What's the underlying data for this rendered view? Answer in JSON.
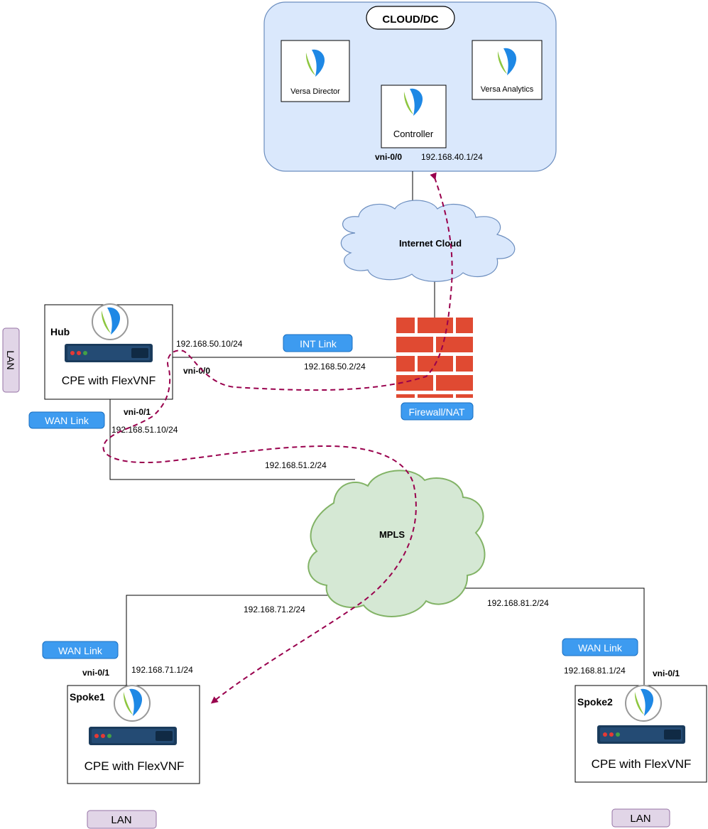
{
  "cloud_dc": {
    "title": "CLOUD/DC",
    "director_label": "Versa Director",
    "analytics_label": "Versa Analytics",
    "controller_label": "Controller",
    "controller_if": "vni-0/0",
    "controller_ip": "192.168.40.1/24"
  },
  "internet_cloud": {
    "label": "Internet Cloud"
  },
  "firewall": {
    "label": "Firewall/NAT"
  },
  "mpls": {
    "label": "MPLS"
  },
  "hub": {
    "name": "Hub",
    "device_label": "CPE with FlexVNF",
    "lan_label": "LAN",
    "int_link_label": "INT Link",
    "int_ip": "192.168.50.10/24",
    "int_if": "vni-0/0",
    "fw_ip": "192.168.50.2/24",
    "wan_link_label": "WAN Link",
    "wan_if": "vni-0/1",
    "wan_ip": "192.168.51.10/24",
    "mpls_ip": "192.168.51.2/24"
  },
  "spoke1": {
    "name": "Spoke1",
    "device_label": "CPE with FlexVNF",
    "lan_label": "LAN",
    "wan_link_label": "WAN Link",
    "wan_if": "vni-0/1",
    "wan_ip": "192.168.71.1/24",
    "mpls_ip": "192.168.71.2/24"
  },
  "spoke2": {
    "name": "Spoke2",
    "device_label": "CPE with FlexVNF",
    "lan_label": "LAN",
    "wan_link_label": "WAN Link",
    "wan_if": "vni-0/1",
    "wan_ip": "192.168.81.1/24",
    "mpls_ip": "192.168.81.2/24"
  },
  "colors": {
    "dc_fill": "#dae8fc",
    "dc_stroke": "#6c8ebf",
    "link_label_fill": "#3d9bf0",
    "lan_fill": "#e1d5e7",
    "lan_stroke": "#9673a6",
    "mpls_fill": "#d5e8d4",
    "mpls_stroke": "#82b366",
    "firewall_brick": "#e04a32",
    "path_color": "#99004d"
  }
}
